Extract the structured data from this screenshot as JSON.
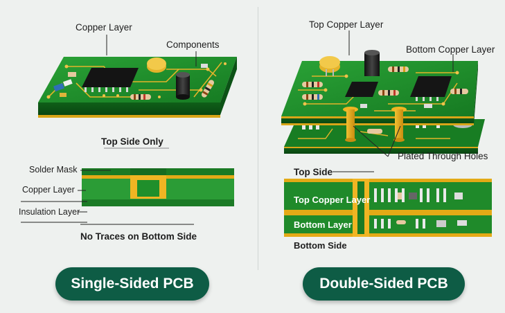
{
  "left": {
    "copper_layer": "Copper Layer",
    "components": "Components",
    "top_side_only": "Top Side Only",
    "solder_mask": "Solder Mask",
    "copper_layer_2": "Copper Layer",
    "insulation_layer": "Insulation Layer",
    "no_traces": "No Traces on Bottom Side",
    "badge": "Single-Sided PCB"
  },
  "right": {
    "top_copper_layer": "Top Copper Layer",
    "bottom_copper_layer": "Bottom Copper Layer",
    "plated_through_holes": "Plated Through Holes",
    "top_side": "Top Side",
    "top_copper_layer_2": "Top Copper Layer",
    "bottom_layer": "Bottom Layer",
    "bottom_side": "Bottom Side",
    "badge": "Double-Sided PCB"
  },
  "colors": {
    "board_green": "#1f8a2a",
    "copper": "#e0a81a",
    "badge": "#0e5c45"
  }
}
